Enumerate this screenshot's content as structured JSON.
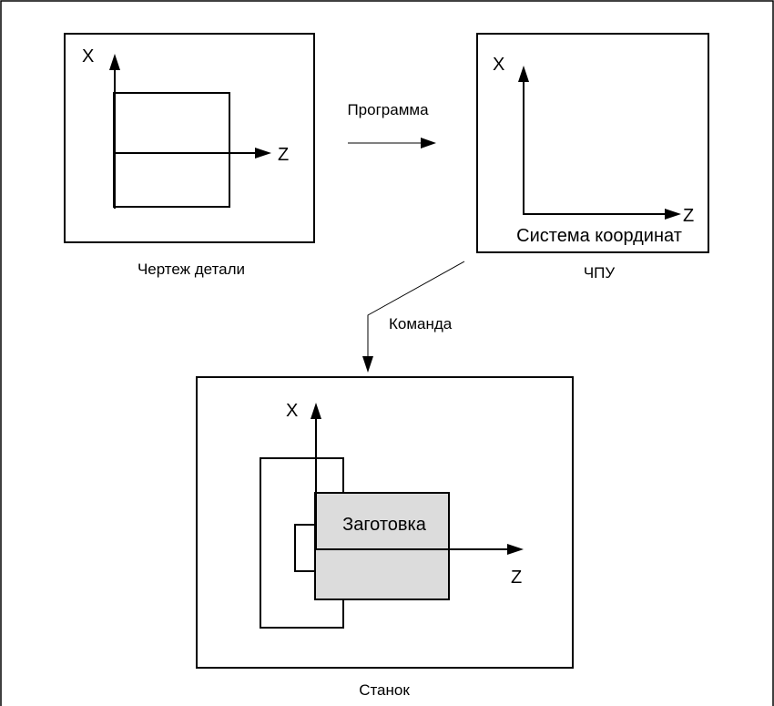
{
  "part_drawing": {
    "x_axis": "X",
    "z_axis": "Z",
    "caption": "Чертеж детали"
  },
  "program_label": "Программа",
  "cnc": {
    "x_axis": "X",
    "z_axis": "Z",
    "inner_label": "Система координат",
    "caption": "ЧПУ"
  },
  "command_label": "Команда",
  "machine": {
    "x_axis": "X",
    "z_axis": "Z",
    "workpiece_label": "Заготовка",
    "caption": "Станок"
  },
  "colors": {
    "line": "#000000",
    "workpiece_fill": "#dcdcdc",
    "background": "#ffffff"
  }
}
